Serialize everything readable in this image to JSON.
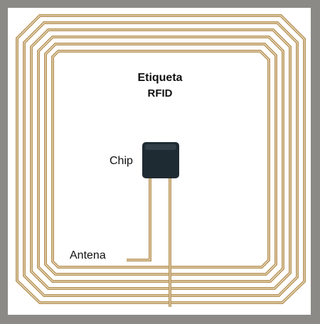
{
  "diagram": {
    "title": "Etiqueta",
    "subtitle": "RFID",
    "chip_label": "Chip",
    "antenna_label": "Antena"
  },
  "colors": {
    "frame": "#8c8a87",
    "background": "#ffffff",
    "antenna_trace": "#b8955a",
    "antenna_core": "#f3ead7",
    "chip": "#1f2b33"
  },
  "icons": {
    "chip": "rfid-chip-icon",
    "antenna": "coil-antenna-icon"
  }
}
